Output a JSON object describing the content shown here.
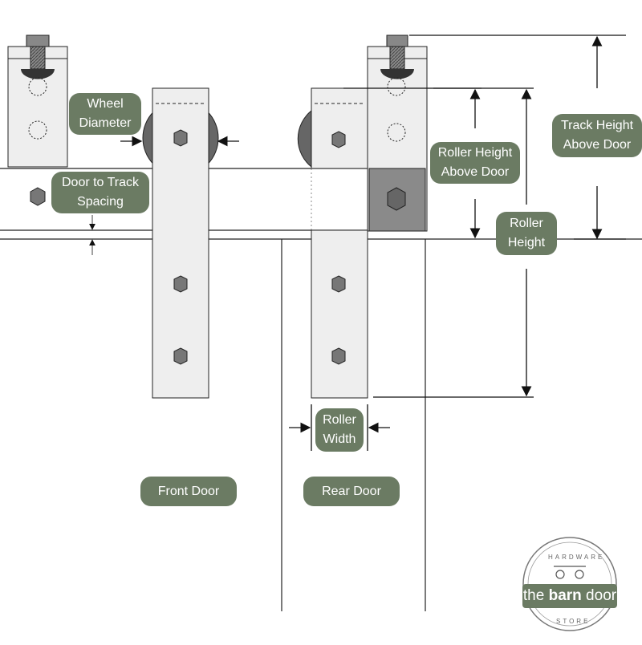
{
  "labels": {
    "wheel_diameter": [
      "Wheel",
      "Diameter"
    ],
    "door_to_track": [
      "Door to Track",
      "Spacing"
    ],
    "roller_height_above_door": [
      "Roller Height",
      "Above Door"
    ],
    "track_height_above_door": [
      "Track Height",
      "Above Door"
    ],
    "roller_height": [
      "Roller",
      "Height"
    ],
    "roller_width": [
      "Roller",
      "Width"
    ],
    "front_door": "Front Door",
    "rear_door": "Rear Door"
  },
  "logo": {
    "top_arc": "HARDWARE",
    "bottom_arc": "STORE",
    "name_light": "the ",
    "name_bold": "barn",
    "name_end": " door"
  },
  "colors": {
    "label_bg": "#6b7b63",
    "strap_fill": "#eeeeee",
    "wheel_fill": "#666666",
    "line": "#222222"
  }
}
